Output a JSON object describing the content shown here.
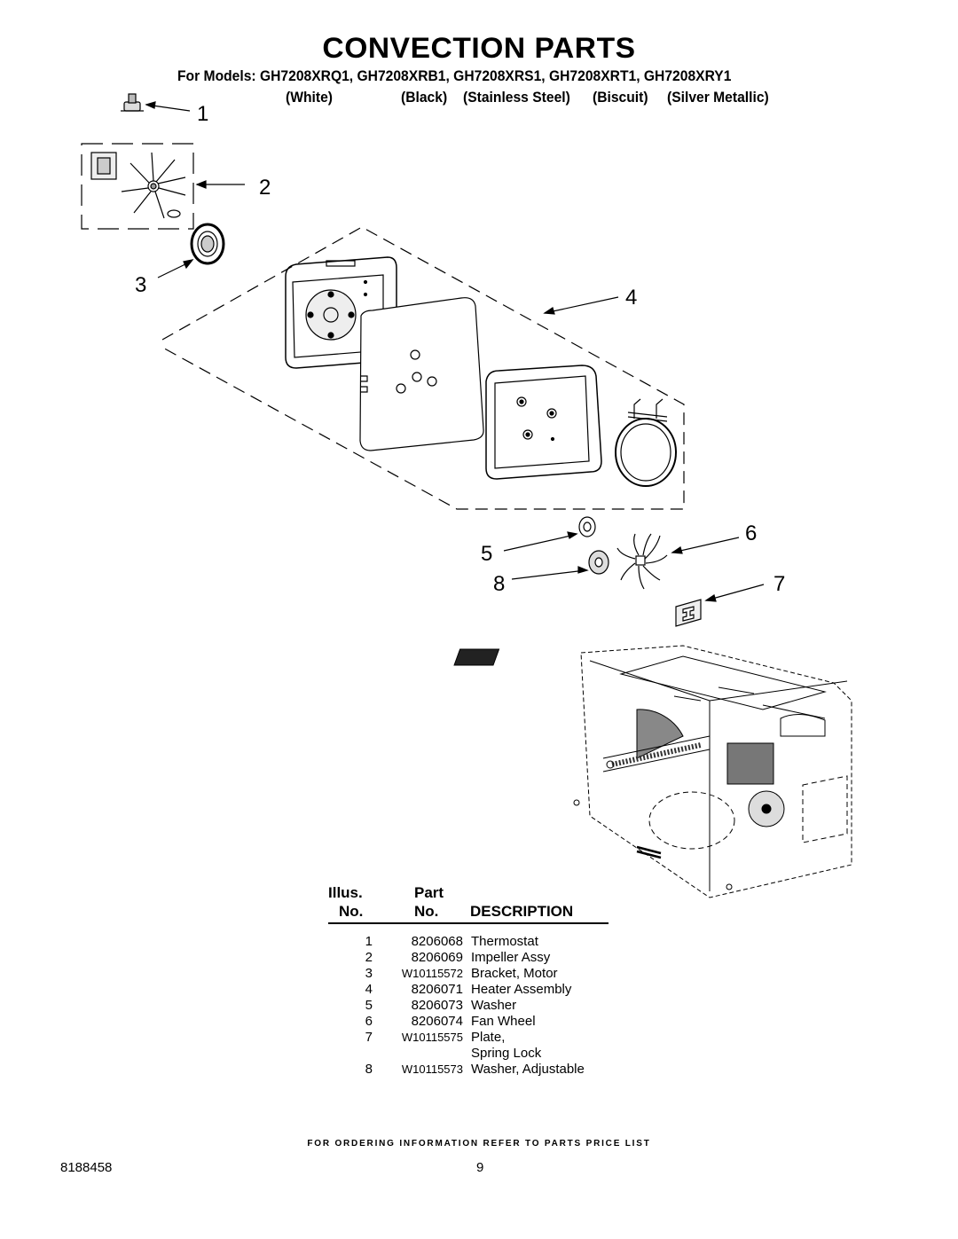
{
  "header": {
    "title": "CONVECTION PARTS",
    "models_line": "For Models: GH7208XRQ1, GH7208XRB1, GH7208XRS1, GH7208XRT1, GH7208XRY1",
    "colors": [
      "(White)",
      "(Black)",
      "(Stainless Steel)",
      "(Biscuit)",
      "(Silver Metallic)"
    ]
  },
  "diagram": {
    "callouts": [
      "1",
      "2",
      "3",
      "4",
      "5",
      "6",
      "7",
      "8"
    ]
  },
  "parts_table": {
    "headers": {
      "illus_top": "Illus.",
      "illus_bottom": "No.",
      "part_top": "Part",
      "part_bottom": "No.",
      "description": "DESCRIPTION"
    },
    "rows": [
      {
        "illus": "1",
        "part": "8206068",
        "desc": "Thermostat"
      },
      {
        "illus": "2",
        "part": "8206069",
        "desc": "Impeller Assy"
      },
      {
        "illus": "3",
        "part": "W10115572",
        "desc": "Bracket, Motor"
      },
      {
        "illus": "4",
        "part": "8206071",
        "desc": "Heater Assembly"
      },
      {
        "illus": "5",
        "part": "8206073",
        "desc": "Washer"
      },
      {
        "illus": "6",
        "part": "8206074",
        "desc": "Fan Wheel"
      },
      {
        "illus": "7",
        "part": "W10115575",
        "desc": "Plate,"
      },
      {
        "illus": "",
        "part": "",
        "desc": "Spring Lock"
      },
      {
        "illus": "8",
        "part": "W10115573",
        "desc": "Washer, Adjustable"
      }
    ]
  },
  "footer": {
    "note": "FOR ORDERING INFORMATION REFER TO PARTS PRICE LIST",
    "doc_number": "8188458",
    "page_number": "9"
  }
}
